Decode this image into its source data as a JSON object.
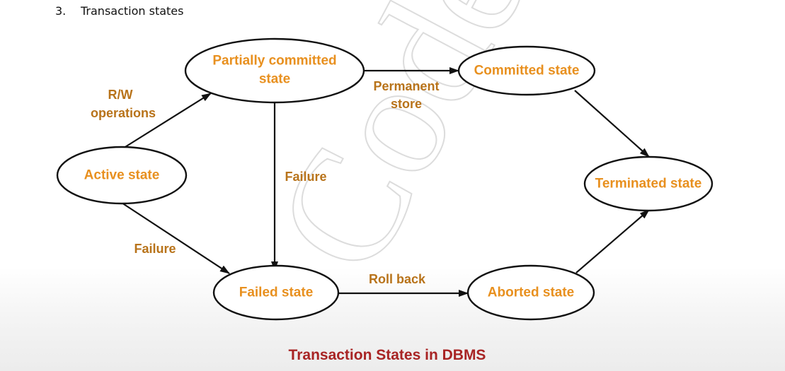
{
  "heading": {
    "number": "3.",
    "title": "Transaction states"
  },
  "watermark": "CodeH",
  "colors": {
    "state_text": "#e8901f",
    "edge_text": "#b8731a",
    "caption": "#a82424",
    "stroke": "#111111"
  },
  "states": {
    "partially_committed": [
      "Partially committed",
      "state"
    ],
    "committed": "Committed state",
    "active": "Active state",
    "terminated": "Terminated state",
    "failed": "Failed state",
    "aborted": "Aborted state"
  },
  "edges": {
    "rw_operations": [
      "R/W",
      "operations"
    ],
    "permanent_store": [
      "Permanent",
      "store"
    ],
    "failure_vertical": "Failure",
    "failure_diagonal": "Failure",
    "roll_back": "Roll back"
  },
  "caption": "Transaction States in DBMS"
}
